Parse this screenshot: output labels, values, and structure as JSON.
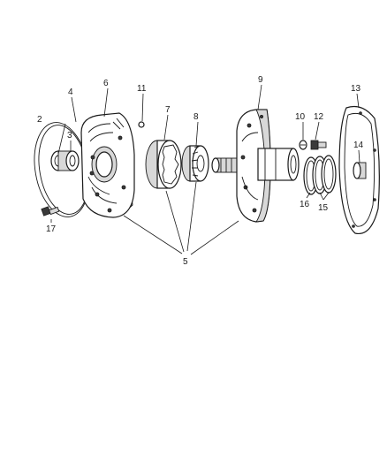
{
  "callouts": {
    "n2": "2",
    "n3": "3",
    "n4": "4",
    "n5": "5",
    "n6": "6",
    "n7": "7",
    "n8": "8",
    "n9": "9",
    "n10": "10",
    "n11": "11",
    "n12": "12",
    "n13": "13",
    "n14": "14",
    "n15": "15",
    "n16": "16",
    "n17": "17"
  }
}
